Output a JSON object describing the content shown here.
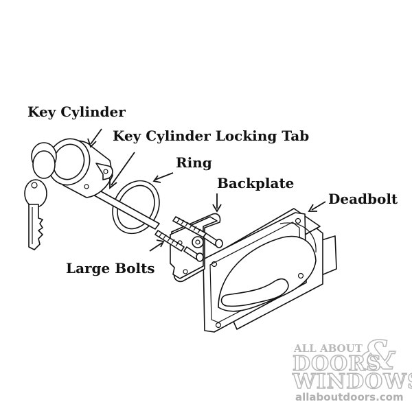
{
  "labels": {
    "key_cylinder": "Key Cylinder",
    "locking_tab": "Key Cylinder Locking Tab",
    "ring": "Ring",
    "backplate": "Backplate",
    "deadbolt": "Deadbolt",
    "large_bolts": "Large Bolts"
  },
  "watermark": {
    "line1": "ALL ABOUT",
    "line2": "DOORS",
    "ampersand": "&",
    "line3": "WINDOWS",
    "url": "allaboutdoors.com"
  },
  "colors": {
    "line": "#111111",
    "watermark": "#b8b8b8"
  }
}
